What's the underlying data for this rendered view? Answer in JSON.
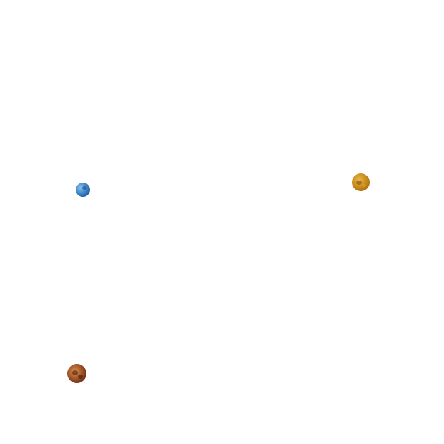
{
  "planets": [
    {
      "name": "blue-planet",
      "color": "#3f86c8"
    },
    {
      "name": "gold-planet",
      "color": "#c98d1c"
    },
    {
      "name": "brown-planet",
      "color": "#a85a2c"
    }
  ],
  "background_color": "#ffffff"
}
